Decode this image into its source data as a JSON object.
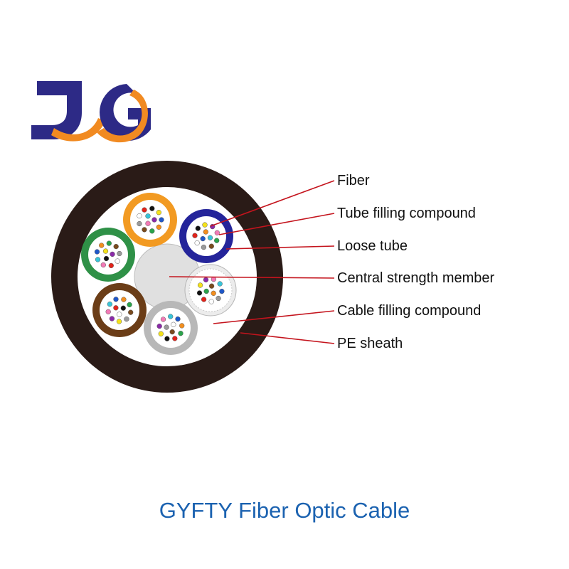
{
  "title": "GYFTY Fiber Optic Cable",
  "logo": {
    "text": "JG",
    "primary_color": "#2d2a86",
    "accent_color": "#f18a21"
  },
  "labels": [
    {
      "id": "fiber",
      "text": "Fiber"
    },
    {
      "id": "tube-filling-compound",
      "text": "Tube filling compound"
    },
    {
      "id": "loose-tube",
      "text": "Loose tube"
    },
    {
      "id": "central-strength-member",
      "text": "Central strength member"
    },
    {
      "id": "cable-filling-compound",
      "text": "Cable filling compound"
    },
    {
      "id": "pe-sheath",
      "text": "PE sheath"
    }
  ],
  "colors": {
    "sheath": "#2a1b17",
    "leader_line": "#c4141d",
    "tubes": [
      "#f29a22",
      "#24249a",
      "#ececec",
      "#b8b8b8",
      "#6b3d17",
      "#2f9147"
    ],
    "fibers": [
      "#1f57c8",
      "#f28e1e",
      "#2aa34a",
      "#7a4a1d",
      "#9a9a9a",
      "#ffffff",
      "#e2231a",
      "#111111",
      "#f4e21a",
      "#8a2aa8",
      "#f27ab6",
      "#38c4d8"
    ]
  }
}
